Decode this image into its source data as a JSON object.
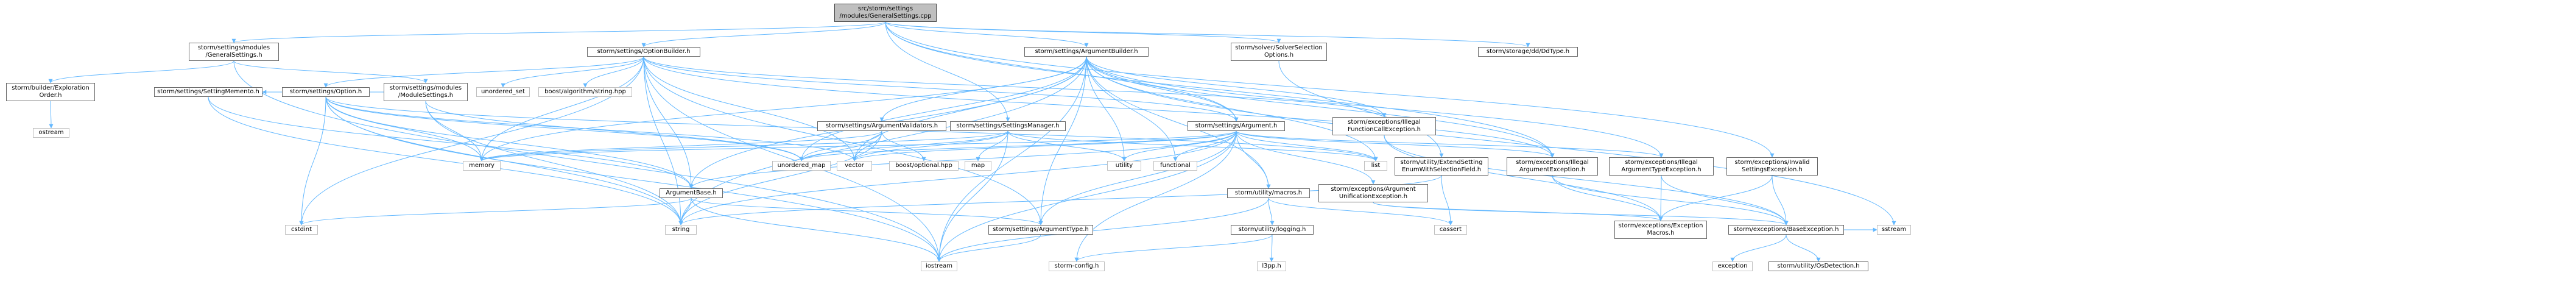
{
  "graph": {
    "colors": {
      "edge": "#63b8ff",
      "node_border": "#666666",
      "external_border": "#bfbfbf",
      "root_fill": "#bfbfbf"
    },
    "nodes": [
      {
        "id": "root",
        "label": "src/storm/settings\n/modules/GeneralSettings.cpp",
        "kind": "root"
      },
      {
        "id": "modgs",
        "label": "storm/settings/modules\n/GeneralSettings.h",
        "kind": "file"
      },
      {
        "id": "optb",
        "label": "storm/settings/OptionBuilder.h",
        "kind": "file"
      },
      {
        "id": "argb",
        "label": "storm/settings/ArgumentBuilder.h",
        "kind": "file"
      },
      {
        "id": "ssopt",
        "label": "storm/solver/SolverSelection\nOptions.h",
        "kind": "file"
      },
      {
        "id": "ddtype",
        "label": "storm/storage/dd/DdType.h",
        "kind": "file"
      },
      {
        "id": "bexp",
        "label": "storm/builder/Exploration\nOrder.h",
        "kind": "file"
      },
      {
        "id": "setmem",
        "label": "storm/settings/SettingMemento.h",
        "kind": "file"
      },
      {
        "id": "option",
        "label": "storm/settings/Option.h",
        "kind": "file"
      },
      {
        "id": "modset",
        "label": "storm/settings/modules\n/ModuleSettings.h",
        "kind": "file"
      },
      {
        "id": "unset",
        "label": "unordered_set",
        "kind": "external"
      },
      {
        "id": "boostalg",
        "label": "boost/algorithm/string.hpp",
        "kind": "external"
      },
      {
        "id": "argval",
        "label": "storm/settings/ArgumentValidators.h",
        "kind": "file"
      },
      {
        "id": "setmgr",
        "label": "storm/settings/SettingsManager.h",
        "kind": "file"
      },
      {
        "id": "arg",
        "label": "storm/settings/Argument.h",
        "kind": "file"
      },
      {
        "id": "exfce",
        "label": "storm/exceptions/Illegal\nFunctionCallException.h",
        "kind": "file"
      },
      {
        "id": "ostream",
        "label": "ostream",
        "kind": "external"
      },
      {
        "id": "memory",
        "label": "memory",
        "kind": "external"
      },
      {
        "id": "umap",
        "label": "unordered_map",
        "kind": "external"
      },
      {
        "id": "vector",
        "label": "vector",
        "kind": "external"
      },
      {
        "id": "boostopt",
        "label": "boost/optional.hpp",
        "kind": "external"
      },
      {
        "id": "map",
        "label": "map",
        "kind": "external"
      },
      {
        "id": "utility",
        "label": "utility",
        "kind": "external"
      },
      {
        "id": "functional",
        "label": "functional",
        "kind": "external"
      },
      {
        "id": "list",
        "label": "list",
        "kind": "external"
      },
      {
        "id": "extsel",
        "label": "storm/utility/ExtendSetting\nEnumWithSelectionField.h",
        "kind": "file"
      },
      {
        "id": "exiae",
        "label": "storm/exceptions/Illegal\nArgumentException.h",
        "kind": "file"
      },
      {
        "id": "exiate",
        "label": "storm/exceptions/Illegal\nArgumentTypeException.h",
        "kind": "file"
      },
      {
        "id": "exise",
        "label": "storm/exceptions/Invalid\nSettingsException.h",
        "kind": "file"
      },
      {
        "id": "argbase",
        "label": "ArgumentBase.h",
        "kind": "file"
      },
      {
        "id": "macros",
        "label": "storm/utility/macros.h",
        "kind": "file"
      },
      {
        "id": "exaue",
        "label": "storm/exceptions/Argument\nUnificationException.h",
        "kind": "file"
      },
      {
        "id": "cstdint",
        "label": "cstdint",
        "kind": "external"
      },
      {
        "id": "string",
        "label": "string",
        "kind": "external"
      },
      {
        "id": "argtype",
        "label": "storm/settings/ArgumentType.h",
        "kind": "file"
      },
      {
        "id": "logging",
        "label": "storm/utility/logging.h",
        "kind": "file"
      },
      {
        "id": "cassert",
        "label": "cassert",
        "kind": "external"
      },
      {
        "id": "exmacros",
        "label": "storm/exceptions/Exception\nMacros.h",
        "kind": "file"
      },
      {
        "id": "baseexc",
        "label": "storm/exceptions/BaseException.h",
        "kind": "file"
      },
      {
        "id": "sstream",
        "label": "sstream",
        "kind": "external"
      },
      {
        "id": "iostream",
        "label": "iostream",
        "kind": "external"
      },
      {
        "id": "stormcfg",
        "label": "storm-config.h",
        "kind": "external"
      },
      {
        "id": "l3pp",
        "label": "l3pp.h",
        "kind": "external"
      },
      {
        "id": "exception",
        "label": "exception",
        "kind": "external"
      },
      {
        "id": "osdet",
        "label": "storm/utility/OsDetection.h",
        "kind": "file"
      }
    ],
    "edges": [
      [
        "root",
        "modgs"
      ],
      [
        "root",
        "optb"
      ],
      [
        "root",
        "argb"
      ],
      [
        "root",
        "ssopt"
      ],
      [
        "root",
        "ddtype"
      ],
      [
        "root",
        "setmgr"
      ],
      [
        "root",
        "arg"
      ],
      [
        "root",
        "exise"
      ],
      [
        "root",
        "exiae"
      ],
      [
        "modgs",
        "bexp"
      ],
      [
        "modgs",
        "modset"
      ],
      [
        "modgs",
        "iostream"
      ],
      [
        "bexp",
        "ostream"
      ],
      [
        "optb",
        "option"
      ],
      [
        "optb",
        "unset"
      ],
      [
        "optb",
        "boostalg"
      ],
      [
        "optb",
        "argbase"
      ],
      [
        "optb",
        "arg"
      ],
      [
        "optb",
        "memory"
      ],
      [
        "optb",
        "vector"
      ],
      [
        "optb",
        "string"
      ],
      [
        "optb",
        "cstdint"
      ],
      [
        "optb",
        "iostream"
      ],
      [
        "optb",
        "exfce"
      ],
      [
        "optb",
        "argtype"
      ],
      [
        "optb",
        "exiae"
      ],
      [
        "argb",
        "argval"
      ],
      [
        "argb",
        "arg"
      ],
      [
        "argb",
        "exfce"
      ],
      [
        "argb",
        "memory"
      ],
      [
        "argb",
        "umap"
      ],
      [
        "argb",
        "vector"
      ],
      [
        "argb",
        "utility"
      ],
      [
        "argb",
        "functional"
      ],
      [
        "argb",
        "list"
      ],
      [
        "argb",
        "macros"
      ],
      [
        "argb",
        "iostream"
      ],
      [
        "argb",
        "string"
      ],
      [
        "argb",
        "argbase"
      ],
      [
        "argb",
        "argtype"
      ],
      [
        "argb",
        "exiae"
      ],
      [
        "argb",
        "exiate"
      ],
      [
        "argb",
        "sstream"
      ],
      [
        "ssopt",
        "extsel"
      ],
      [
        "setmem",
        "string"
      ],
      [
        "setmem",
        "argbase"
      ],
      [
        "option",
        "memory"
      ],
      [
        "option",
        "umap"
      ],
      [
        "option",
        "vector"
      ],
      [
        "option",
        "string"
      ],
      [
        "option",
        "cstdint"
      ],
      [
        "option",
        "iostream"
      ],
      [
        "option",
        "argbase"
      ],
      [
        "option",
        "list"
      ],
      [
        "modset",
        "memory"
      ],
      [
        "modset",
        "string"
      ],
      [
        "modset",
        "umap"
      ],
      [
        "modset",
        "setmem"
      ],
      [
        "argval",
        "memory"
      ],
      [
        "argval",
        "vector"
      ],
      [
        "argval",
        "string"
      ],
      [
        "argval",
        "boostopt"
      ],
      [
        "argval",
        "umap"
      ],
      [
        "setmgr",
        "map"
      ],
      [
        "setmgr",
        "memory"
      ],
      [
        "setmgr",
        "vector"
      ],
      [
        "setmgr",
        "umap"
      ],
      [
        "setmgr",
        "utility"
      ],
      [
        "setmgr",
        "iostream"
      ],
      [
        "setmgr",
        "list"
      ],
      [
        "arg",
        "memory"
      ],
      [
        "arg",
        "umap"
      ],
      [
        "arg",
        "vector"
      ],
      [
        "arg",
        "utility"
      ],
      [
        "arg",
        "functional"
      ],
      [
        "arg",
        "list"
      ],
      [
        "arg",
        "argbase"
      ],
      [
        "arg",
        "macros"
      ],
      [
        "arg",
        "exaue"
      ],
      [
        "arg",
        "argtype"
      ],
      [
        "arg",
        "string"
      ],
      [
        "arg",
        "iostream"
      ],
      [
        "arg",
        "stormcfg"
      ],
      [
        "arg",
        "exiae"
      ],
      [
        "arg",
        "exiate"
      ],
      [
        "exfce",
        "baseexc"
      ],
      [
        "exfce",
        "exmacros"
      ],
      [
        "extsel",
        "string"
      ],
      [
        "extsel",
        "cassert"
      ],
      [
        "exiae",
        "baseexc"
      ],
      [
        "exiae",
        "exmacros"
      ],
      [
        "exiate",
        "baseexc"
      ],
      [
        "exiate",
        "exmacros"
      ],
      [
        "exise",
        "baseexc"
      ],
      [
        "exise",
        "exmacros"
      ],
      [
        "argbase",
        "argtype"
      ],
      [
        "argbase",
        "iostream"
      ],
      [
        "argbase",
        "string"
      ],
      [
        "argbase",
        "cstdint"
      ],
      [
        "macros",
        "logging"
      ],
      [
        "macros",
        "cassert"
      ],
      [
        "macros",
        "iostream"
      ],
      [
        "exaue",
        "baseexc"
      ],
      [
        "exaue",
        "exmacros"
      ],
      [
        "argtype",
        "iostream"
      ],
      [
        "logging",
        "l3pp"
      ],
      [
        "logging",
        "stormcfg"
      ],
      [
        "baseexc",
        "exception"
      ],
      [
        "baseexc",
        "sstream"
      ],
      [
        "baseexc",
        "osdet"
      ]
    ]
  }
}
